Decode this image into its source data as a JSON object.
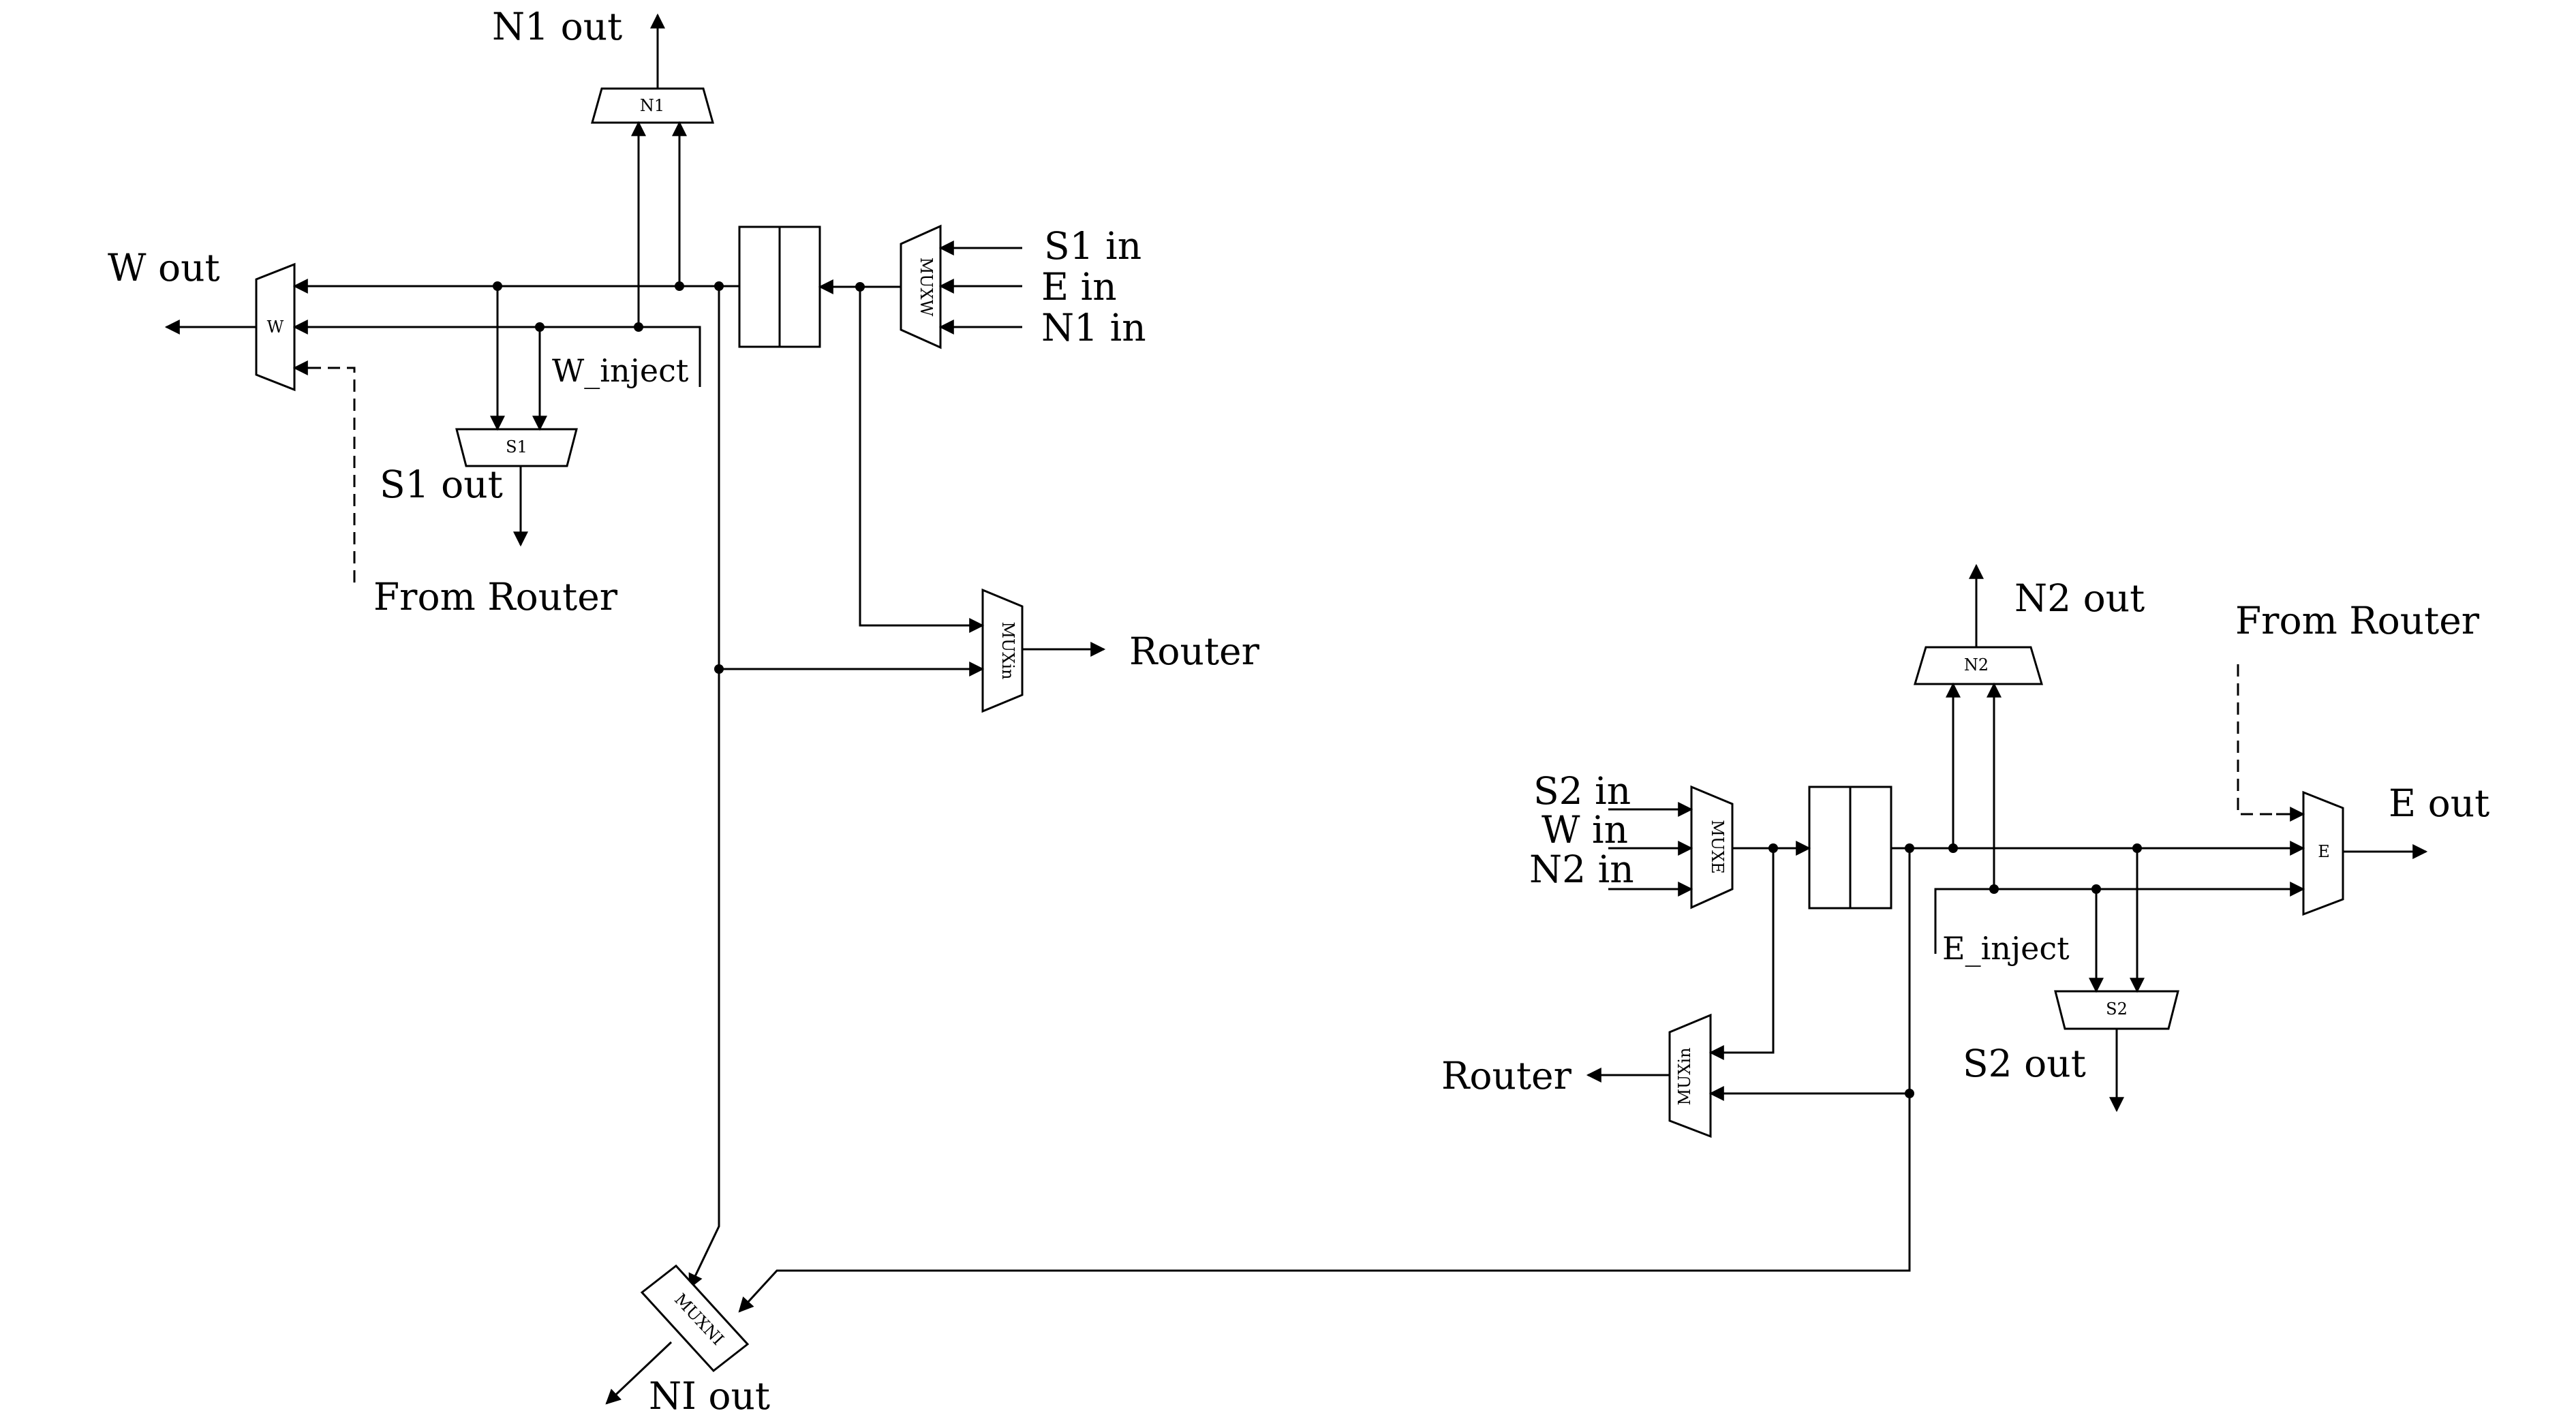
{
  "left_router": {
    "mux_labels": {
      "n1": "N1",
      "w": "W",
      "s1": "S1",
      "muxw": "MUXW",
      "muxin": "MUXin"
    },
    "port_labels": {
      "n1_out": "N1 out",
      "w_out": "W out",
      "s1_out": "S1 out",
      "s1_in": "S1 in",
      "e_in": "E in",
      "n1_in": "N1 in",
      "w_inject": "W_inject",
      "from_router": "From Router",
      "router": "Router"
    }
  },
  "right_router": {
    "mux_labels": {
      "n2": "N2",
      "e": "E",
      "s2": "S2",
      "muxe": "MUXE",
      "muxin": "MUXin"
    },
    "port_labels": {
      "n2_out": "N2 out",
      "e_out": "E out",
      "s2_out": "S2 out",
      "s2_in": "S2 in",
      "w_in": "W in",
      "n2_in": "N2 in",
      "e_inject": "E_inject",
      "from_router": "From Router",
      "router": "Router"
    }
  },
  "muxni": {
    "label": "MUXNI",
    "out_label": "NI out"
  }
}
